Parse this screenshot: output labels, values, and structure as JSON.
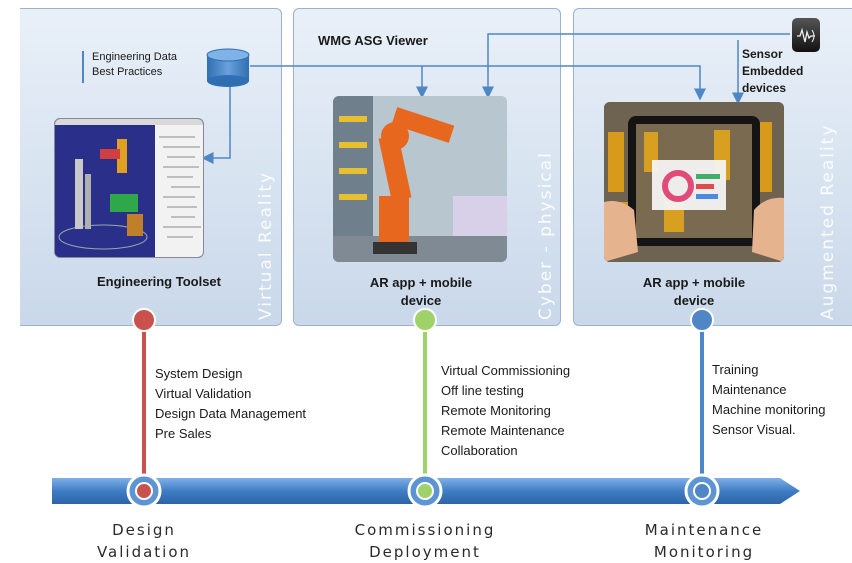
{
  "panels": {
    "vr": {
      "vertical_label": "Virtual Reality",
      "caption": "Engineering Toolset"
    },
    "cp": {
      "vertical_label": "Cyber - physical",
      "title": "WMG ASG Viewer",
      "caption_line1": "AR app + mobile",
      "caption_line2": "device"
    },
    "ar": {
      "vertical_label": "Augmented Reality",
      "caption_line1": "AR app + mobile",
      "caption_line2": "device"
    }
  },
  "database": {
    "line1": "Engineering Data",
    "line2": "Best Practices"
  },
  "sensor": {
    "line1": "Sensor",
    "line2": "Embedded",
    "line3": "devices"
  },
  "stages": [
    {
      "line1": "Design",
      "line2": "Validation",
      "color": "#c9524e",
      "items": [
        "System Design",
        "Virtual Validation",
        "Design Data Management",
        "Pre Sales"
      ]
    },
    {
      "line1": "Commissioning",
      "line2": "Deployment",
      "color": "#9fd36a",
      "items": [
        "Virtual Commissioning",
        "Off line testing",
        "Remote Monitoring",
        "Remote Maintenance",
        "Collaboration"
      ]
    },
    {
      "line1": "Maintenance",
      "line2": "Monitoring",
      "color": "#4f86c6",
      "items": [
        "Training",
        "Maintenance",
        "Machine monitoring",
        "Sensor Visual."
      ]
    }
  ],
  "colors": {
    "arrow": "#4a86c8",
    "arrow_dark": "#2f6fb2",
    "connector": "#4f86c6"
  }
}
